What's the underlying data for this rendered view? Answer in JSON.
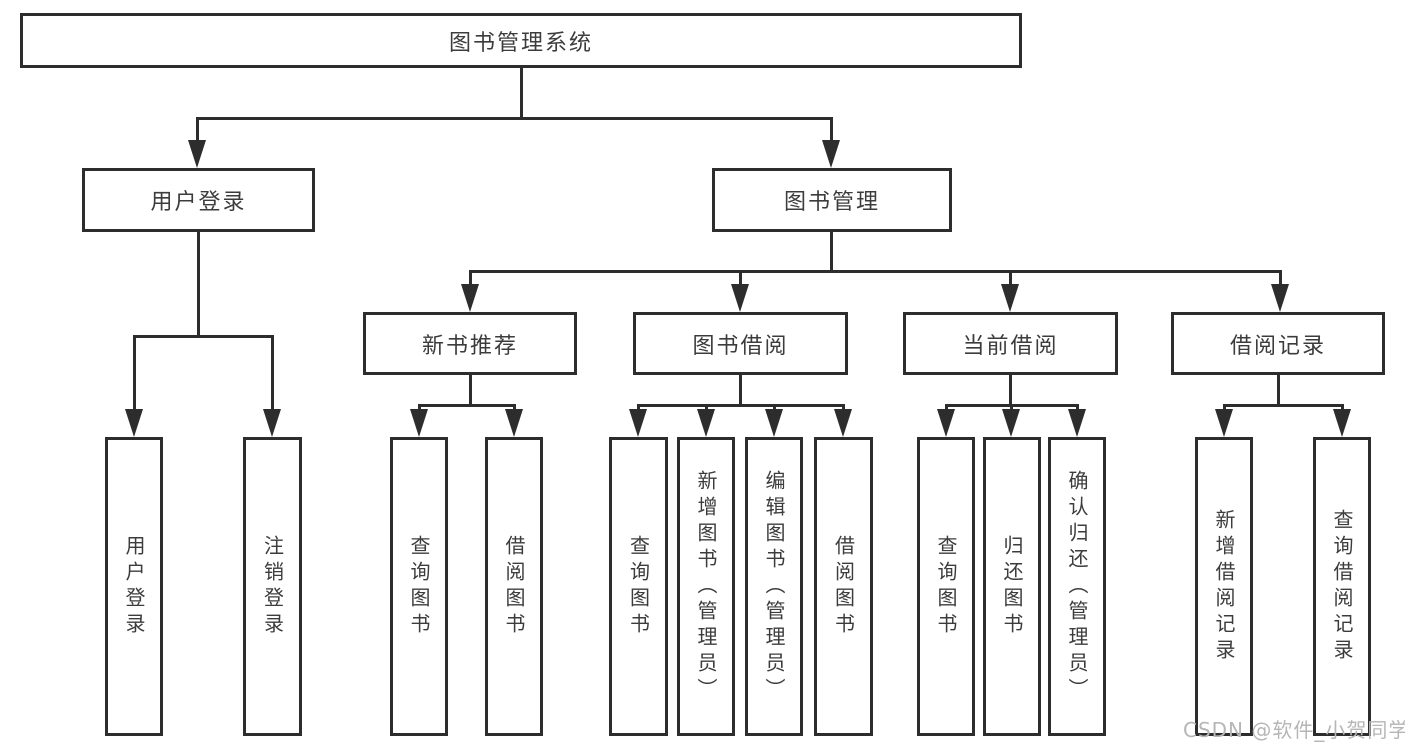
{
  "nodes": {
    "root": "图书管理系统",
    "level2": [
      "用户登录",
      "图书管理"
    ],
    "level3": [
      "新书推荐",
      "图书借阅",
      "当前借阅",
      "借阅记录"
    ],
    "leaves_user_login": [
      "用户登录",
      "注销登录"
    ],
    "leaves_new_book": [
      "查询图书",
      "借阅图书"
    ],
    "leaves_book_borrow": [
      "查询图书",
      "新增图书（管理员）",
      "编辑图书（管理员）",
      "借阅图书"
    ],
    "leaves_current_borrow": [
      "查询图书",
      "归还图书",
      "确认归还（管理员）"
    ],
    "leaves_records": [
      "新增借阅记录",
      "查询借阅记录"
    ]
  },
  "watermark": "CSDN @软件_小贺同学",
  "colors": {
    "line": "#2d2d2d",
    "text": "#3c3c3c",
    "watermark": "#b6b6b6",
    "background": "#ffffff"
  }
}
